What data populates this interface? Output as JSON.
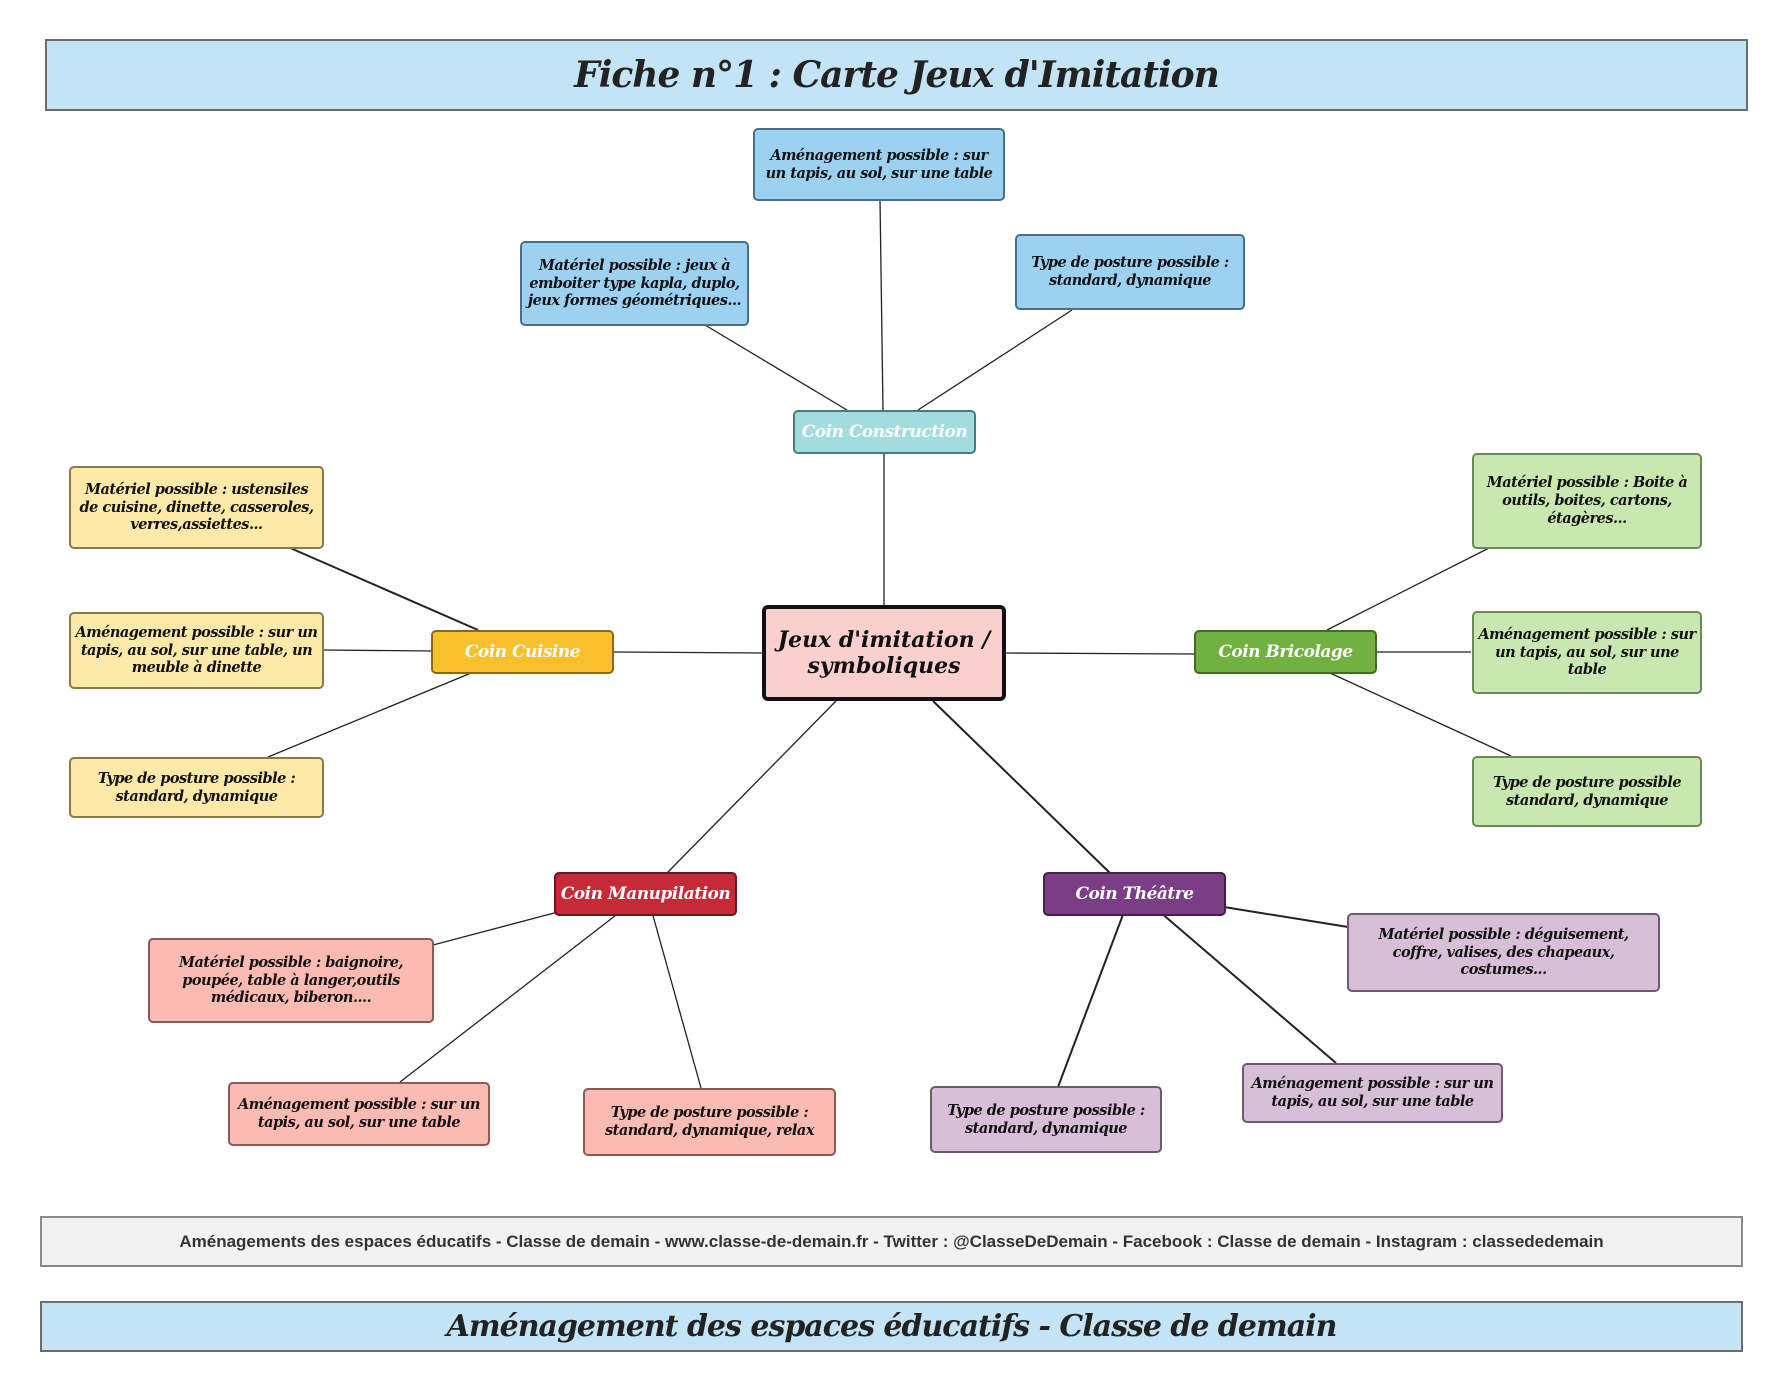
{
  "title": "Fiche n°1 : Carte Jeux d'Imitation",
  "center": {
    "label": "Jeux d'imitation / symboliques"
  },
  "hubs": {
    "construction": {
      "label": "Coin Construction",
      "color": "#a2dcdf",
      "border": "#4a7a7c"
    },
    "cuisine": {
      "label": "Coin Cuisine",
      "color": "#f7c02c",
      "border": "#8a6a16"
    },
    "bricolage": {
      "label": "Coin Bricolage",
      "color": "#72b13f",
      "border": "#3f6e1f"
    },
    "manipulation": {
      "label": "Coin Manupilation",
      "color": "#c62a37",
      "border": "#6e141c"
    },
    "theatre": {
      "label": "Coin Théâtre",
      "color": "#7c3d87",
      "border": "#44204b"
    }
  },
  "leaves": {
    "construction_amenagement": "Aménagement possible : sur un tapis, au sol, sur une table",
    "construction_materiel": "Matériel possible : jeux à emboiter type kapla, duplo, jeux formes géométriques...",
    "construction_posture": "Type de posture possible : standard, dynamique",
    "cuisine_materiel": "Matériel possible :  ustensiles de cuisine, dinette, casseroles, verres,assiettes...",
    "cuisine_amenagement": "Aménagement possible : sur un tapis, au sol, sur une table, un meuble à dinette",
    "cuisine_posture": "Type de posture possible : standard, dynamique",
    "bricolage_materiel": "Matériel possible : Boite à outils, boites, cartons, étagères...",
    "bricolage_amenagement": "Aménagement possible : sur un tapis, au sol, sur une table",
    "bricolage_posture": "Type de posture possible standard, dynamique",
    "manipulation_materiel": "Matériel possible :  baignoire, poupée, table à langer,outils médicaux, biberon....",
    "manipulation_amenagement": "Aménagement possible : sur un tapis, au sol, sur une table",
    "manipulation_posture": "Type de posture possible : standard, dynamique, relax",
    "theatre_materiel": "Matériel possible : déguisement, coffre, valises, des chapeaux, costumes...",
    "theatre_amenagement": "Aménagement possible : sur un tapis, au sol, sur une table",
    "theatre_posture": "Type de posture possible : standard, dynamique"
  },
  "leaf_colors": {
    "construction": {
      "fill": "#9dd1f2",
      "border": "#4c6f86"
    },
    "cuisine": {
      "fill": "#fde9a8",
      "border": "#8a7a4a"
    },
    "bricolage": {
      "fill": "#c9e8b1",
      "border": "#6a8a55"
    },
    "manipulation": {
      "fill": "#fbbbb3",
      "border": "#8a5a55"
    },
    "theatre": {
      "fill": "#d6bfd7",
      "border": "#6e5a70"
    }
  },
  "footer": {
    "info": "Aménagements des espaces éducatifs - Classe de demain - www.classe-de-demain.fr -  Twitter : @ClasseDeDemain - Facebook : Classe de demain - Instagram : classededemain",
    "banner": "Aménagement des espaces éducatifs - Classe de demain"
  }
}
